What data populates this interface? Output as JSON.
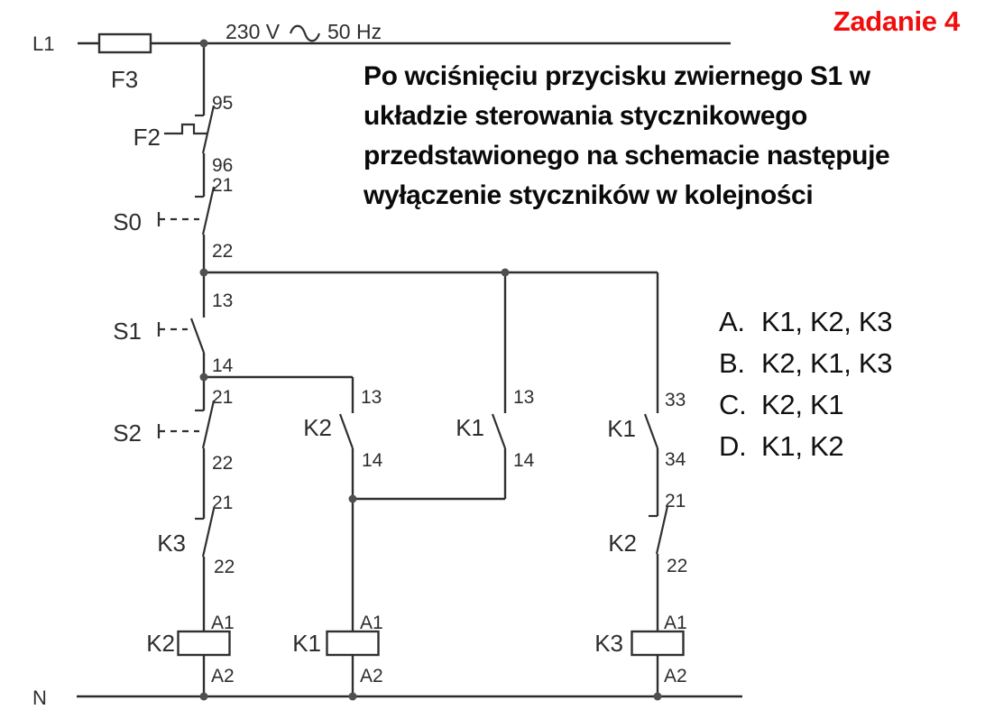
{
  "title": "Zadanie 4",
  "title_color": "#f20d0d",
  "question_lines": [
    "Po wciśnięciu przycisku zwiernego S1 w",
    "układzie sterowania stycznikowego",
    "przedstawionego na schemacie następuje",
    "wyłączenie styczników w kolejności"
  ],
  "answers": [
    {
      "letter": "A.",
      "text": "K1, K2, K3"
    },
    {
      "letter": "B.",
      "text": "K2, K1, K3"
    },
    {
      "letter": "C.",
      "text": "K2, K1"
    },
    {
      "letter": "D.",
      "text": "K1, K2"
    }
  ],
  "schematic": {
    "supply": {
      "phase": "L1",
      "neutral": "N",
      "fuse": "F3",
      "voltage": "230 V",
      "frequency": "50 Hz"
    },
    "main_branch": {
      "f2": {
        "label": "F2",
        "t1": "95",
        "t2": "96"
      },
      "s0": {
        "label": "S0",
        "t1": "21",
        "t2": "22"
      },
      "s1": {
        "label": "S1",
        "t1": "13",
        "t2": "14"
      },
      "s2": {
        "label": "S2",
        "t1": "21",
        "t2": "22"
      },
      "k3_nc": {
        "label": "K3",
        "t1": "21",
        "t2": "22"
      },
      "k2_coil": {
        "label": "K2",
        "t1": "A1",
        "t2": "A2"
      }
    },
    "k1_branch": {
      "k2_no": {
        "label": "K2",
        "t1": "13",
        "t2": "14"
      },
      "k1_coil": {
        "label": "K1",
        "t1": "A1",
        "t2": "A2"
      }
    },
    "k1_hold_branch": {
      "k1_no": {
        "label": "K1",
        "t1": "13",
        "t2": "14"
      }
    },
    "k3_branch": {
      "k1_no": {
        "label": "K1",
        "t1": "33",
        "t2": "34"
      },
      "k2_nc": {
        "label": "K2",
        "t1": "21",
        "t2": "22"
      },
      "k3_coil": {
        "label": "K3",
        "t1": "A1",
        "t2": "A2"
      }
    }
  }
}
